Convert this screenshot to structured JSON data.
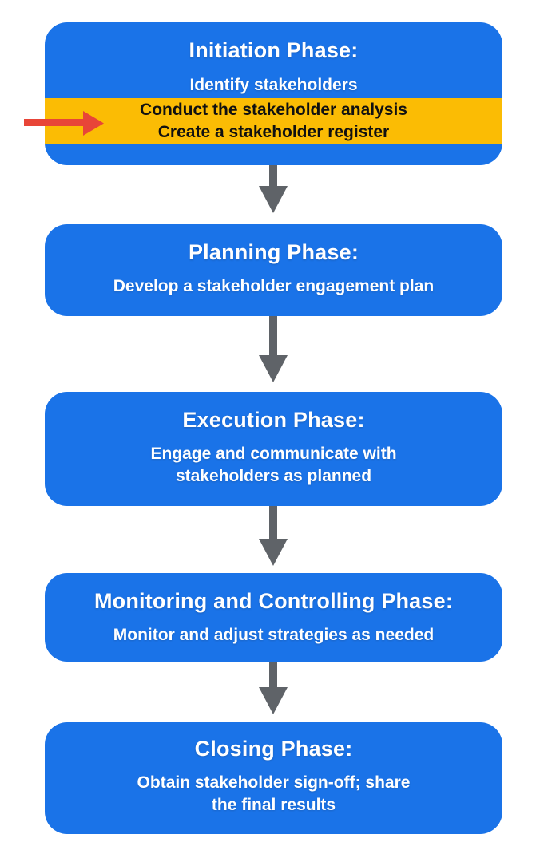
{
  "diagram": {
    "type": "flowchart",
    "description": "Vertical project phase flowchart for stakeholder management",
    "phases": [
      {
        "id": "initiation",
        "title": "Initiation Phase:",
        "lines": [
          "Identify stakeholders"
        ],
        "highlighted_lines": [
          "Conduct the stakeholder analysis",
          "Create a stakeholder register"
        ],
        "has_red_pointer": true
      },
      {
        "id": "planning",
        "title": "Planning Phase:",
        "lines": [
          "Develop a stakeholder engagement plan"
        ]
      },
      {
        "id": "execution",
        "title": "Execution Phase:",
        "lines": [
          "Engage and communicate with",
          "stakeholders as planned"
        ]
      },
      {
        "id": "monitoring",
        "title": "Monitoring and Controlling Phase:",
        "lines": [
          "Monitor and adjust strategies as needed"
        ]
      },
      {
        "id": "closing",
        "title": "Closing Phase:",
        "lines": [
          "Obtain stakeholder sign-off; share",
          "the final results"
        ]
      }
    ],
    "connectors": [
      "down-arrow",
      "down-arrow",
      "down-arrow",
      "down-arrow"
    ]
  },
  "colors": {
    "box_blue": "#1a73e8",
    "highlight_yellow": "#fbbc04",
    "arrow_gray": "#5f6368",
    "arrow_red": "#e84538",
    "text_white": "#ffffff",
    "text_black": "#111111"
  }
}
